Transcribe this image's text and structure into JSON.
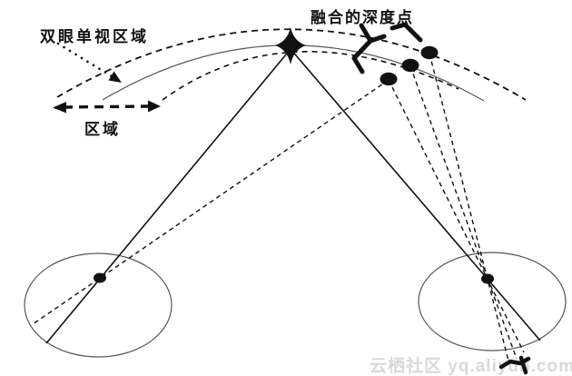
{
  "labels": {
    "binocular_single_vision_area": "双眼单视区域",
    "area": "区域",
    "fused_depth_points": "融合的深度点"
  },
  "watermark": "云栖社区 yq.aliyun.com",
  "colors": {
    "ink": "#111111",
    "thin_line": "#555555",
    "background": "#ffffff",
    "watermark": "#d9d9d9"
  }
}
